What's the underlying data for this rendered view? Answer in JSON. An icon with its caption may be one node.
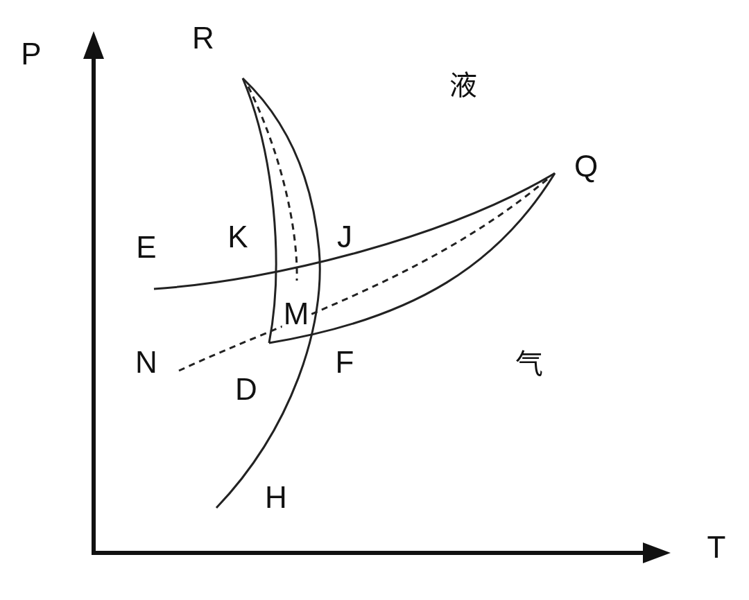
{
  "diagram": {
    "labels": [
      "P",
      "R",
      "液",
      "Q",
      "K",
      "J",
      "E",
      "M",
      "N",
      "F",
      "气",
      "D",
      "H",
      "T"
    ]
  }
}
